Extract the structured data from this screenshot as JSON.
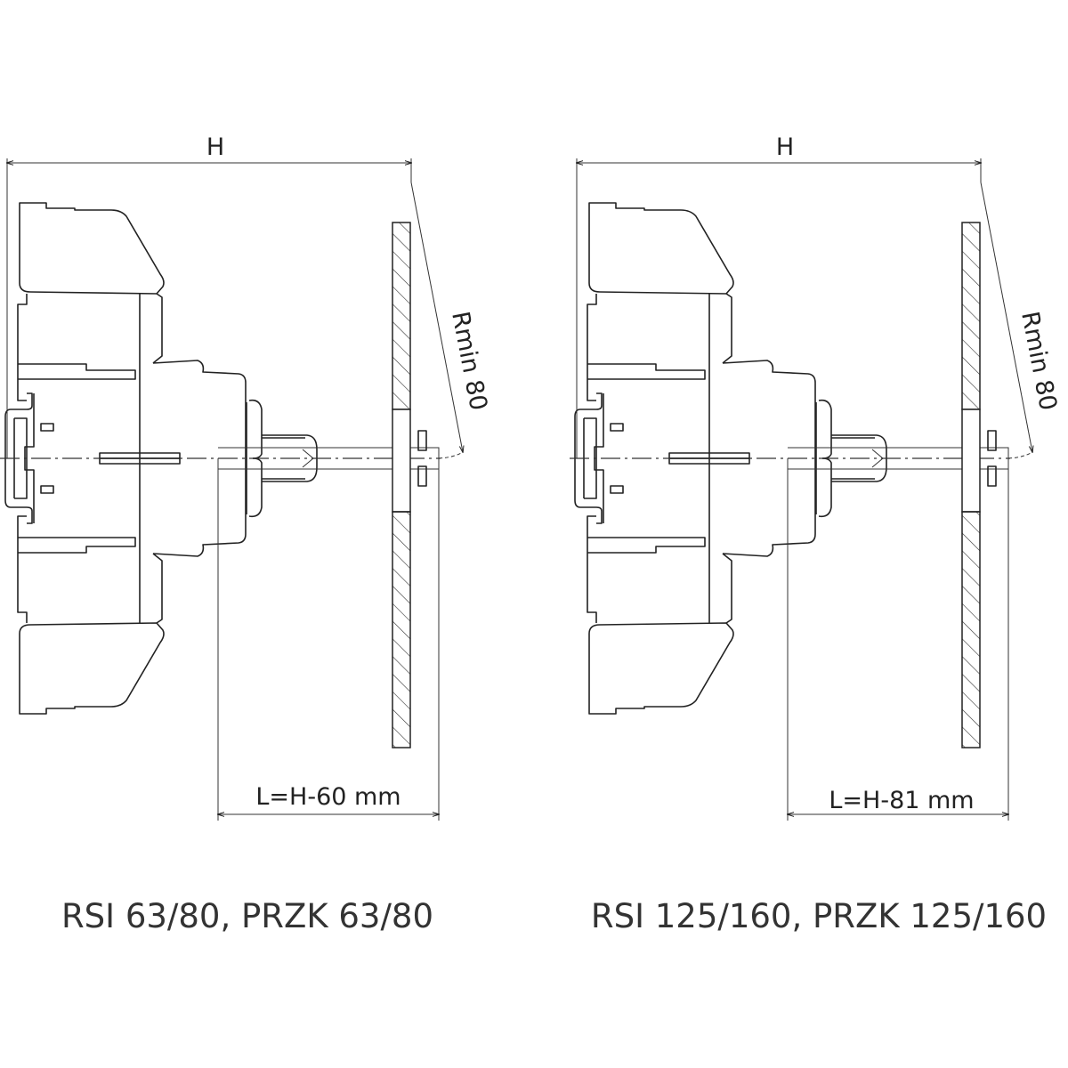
{
  "drawings": [
    {
      "height_label": "H",
      "radius_label": "Rmin 80",
      "length_label": "L=H-60 mm",
      "caption": "RSI 63/80, PRZK 63/80"
    },
    {
      "height_label": "H",
      "radius_label": "Rmin 80",
      "length_label": "L=H-81 mm",
      "caption": "RSI 125/160, PRZK 125/160"
    }
  ]
}
